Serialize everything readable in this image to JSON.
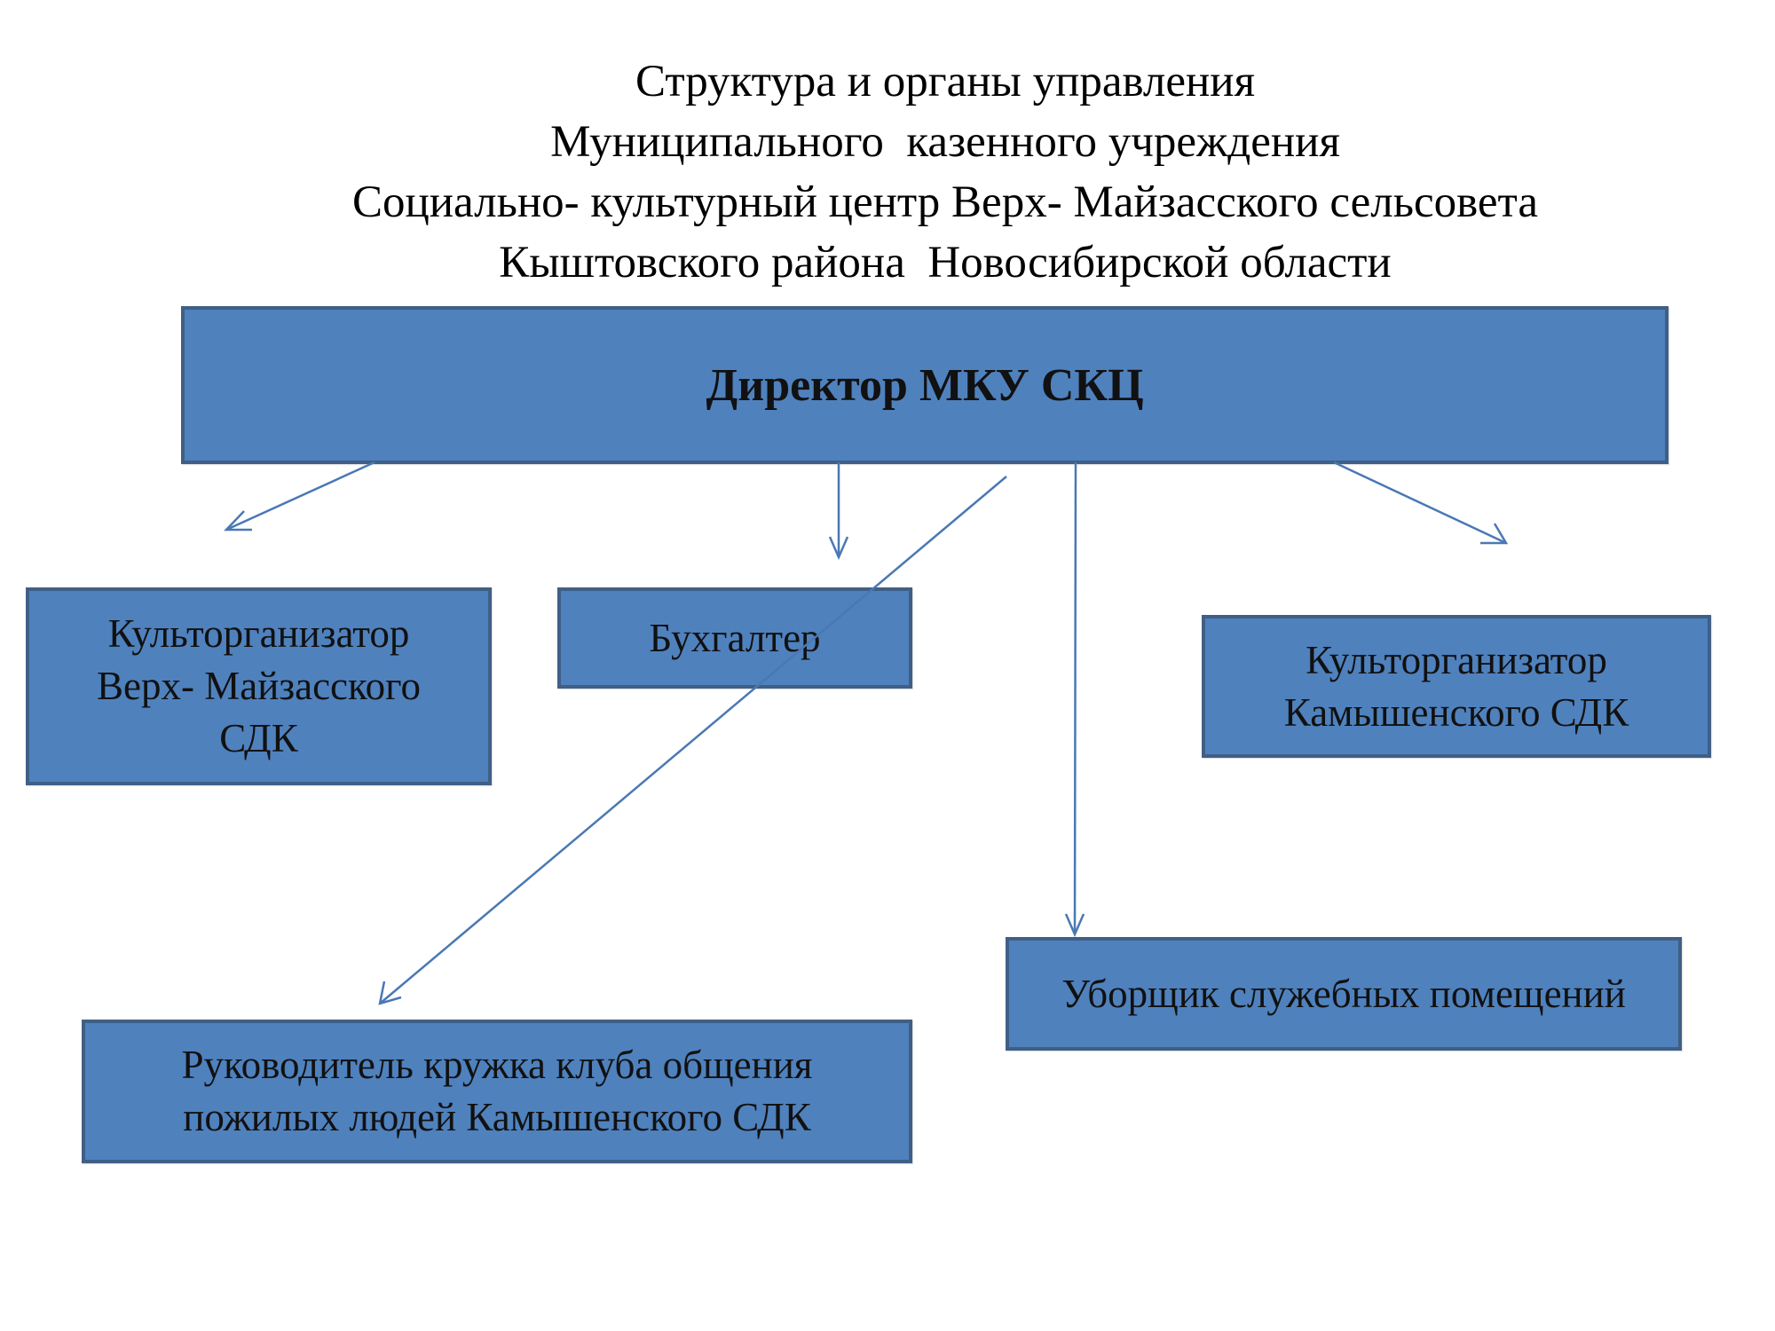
{
  "colors": {
    "box_fill": "#4f81bd",
    "box_border": "#3f5f86",
    "connector": "#4a78b4",
    "text": "#111111"
  },
  "title": {
    "lines": [
      "Структура и органы управления",
      "Муниципального  казенного учреждения",
      "Социально- культурный центр Верх- Майзасского сельсовета",
      "Кыштовского района  Новосибирской области"
    ]
  },
  "boxes": {
    "director": "Директор МКУ СКЦ",
    "culture_left": "Культорганизатор\nВерх- Майзасского\nСДК",
    "accountant": "Бухгалтер",
    "culture_right": "Культорганизатор\nКамышенского СДК",
    "cleaner": "Уборщик служебных помещений",
    "leader": "Руководитель кружка клуба общения\nпожилых людей Камышенского СДК"
  }
}
